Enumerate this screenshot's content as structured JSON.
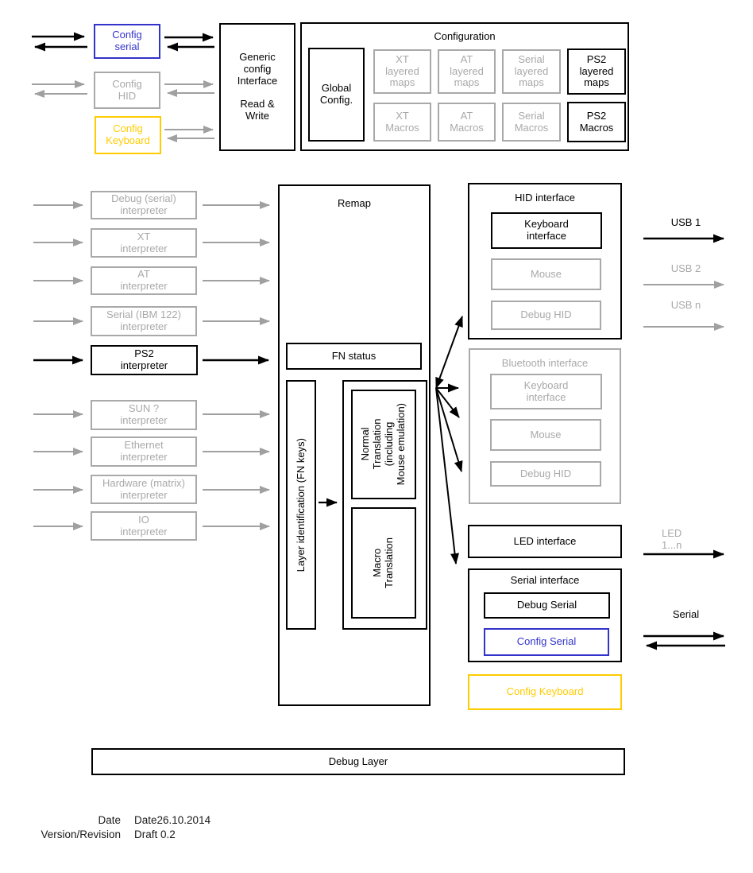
{
  "colors": {
    "black": "#000000",
    "gray": "#a9a9a9",
    "blue": "#3333cc",
    "yellow": "#ffcc00"
  },
  "top": {
    "config_serial": "Config\nserial",
    "config_hid": "Config\nHID",
    "config_keyboard": "Config\nKeyboard",
    "generic_config": "Generic\nconfig\nInterface\n\nRead &\nWrite"
  },
  "configuration": {
    "title": "Configuration",
    "global": "Global\nConfig.",
    "cells": [
      {
        "label": "XT\nlayered\nmaps",
        "state": "gray"
      },
      {
        "label": "AT\nlayered\nmaps",
        "state": "gray"
      },
      {
        "label": "Serial\nlayered\nmaps",
        "state": "gray"
      },
      {
        "label": "PS2\nlayered\nmaps",
        "state": "black"
      },
      {
        "label": "XT\nMacros",
        "state": "gray"
      },
      {
        "label": "AT\nMacros",
        "state": "gray"
      },
      {
        "label": "Serial\nMacros",
        "state": "gray"
      },
      {
        "label": "PS2\nMacros",
        "state": "black"
      }
    ]
  },
  "interpreters": [
    {
      "label": "Debug (serial)\ninterpreter",
      "state": "gray"
    },
    {
      "label": "XT\ninterpreter",
      "state": "gray"
    },
    {
      "label": "AT\ninterpreter",
      "state": "gray"
    },
    {
      "label": "Serial (IBM 122)\ninterpreter",
      "state": "gray"
    },
    {
      "label": "PS2\ninterpreter",
      "state": "black"
    },
    {
      "label": "SUN ?\ninterpreter",
      "state": "gray"
    },
    {
      "label": "Ethernet\ninterpreter",
      "state": "gray"
    },
    {
      "label": "Hardware (matrix)\ninterpreter",
      "state": "gray"
    },
    {
      "label": "IO\ninterpreter",
      "state": "gray"
    }
  ],
  "remap": {
    "title": "Remap",
    "fn_status": "FN status",
    "layer_identification": "Layer identification (FN keys)",
    "normal_translation": "Normal\nTranslation\n(including\nMouse emulation)",
    "macro_translation": "Macro\nTranslation"
  },
  "outputs": {
    "hid": {
      "title": "HID interface",
      "items": [
        {
          "label": "Keyboard\ninterface",
          "state": "black"
        },
        {
          "label": "Mouse",
          "state": "gray"
        },
        {
          "label": "Debug HID",
          "state": "gray"
        }
      ]
    },
    "bluetooth": {
      "title": "Bluetooth interface",
      "items": [
        {
          "label": "Keyboard\ninterface",
          "state": "gray"
        },
        {
          "label": "Mouse",
          "state": "gray"
        },
        {
          "label": "Debug HID",
          "state": "gray"
        }
      ]
    },
    "led": {
      "title": "LED interface"
    },
    "serial": {
      "title": "Serial interface",
      "items": [
        {
          "label": "Debug Serial",
          "state": "black"
        },
        {
          "label": "Config Serial",
          "state": "blue"
        }
      ]
    },
    "config_keyboard": "Config Keyboard"
  },
  "right_edge": {
    "labels": [
      {
        "label": "USB 1",
        "state": "black"
      },
      {
        "label": "USB 2",
        "state": "gray"
      },
      {
        "label": "USB n",
        "state": "gray"
      },
      {
        "label": "LED\n1...n",
        "state": "gray"
      },
      {
        "label": "Serial",
        "state": "black"
      }
    ]
  },
  "debug_layer": {
    "title": "Debug Layer"
  },
  "footer": {
    "date_label": "Date",
    "date_value": "Date26.10.2014",
    "version_label": "Version/Revision",
    "version_value": "Draft 0.2"
  }
}
